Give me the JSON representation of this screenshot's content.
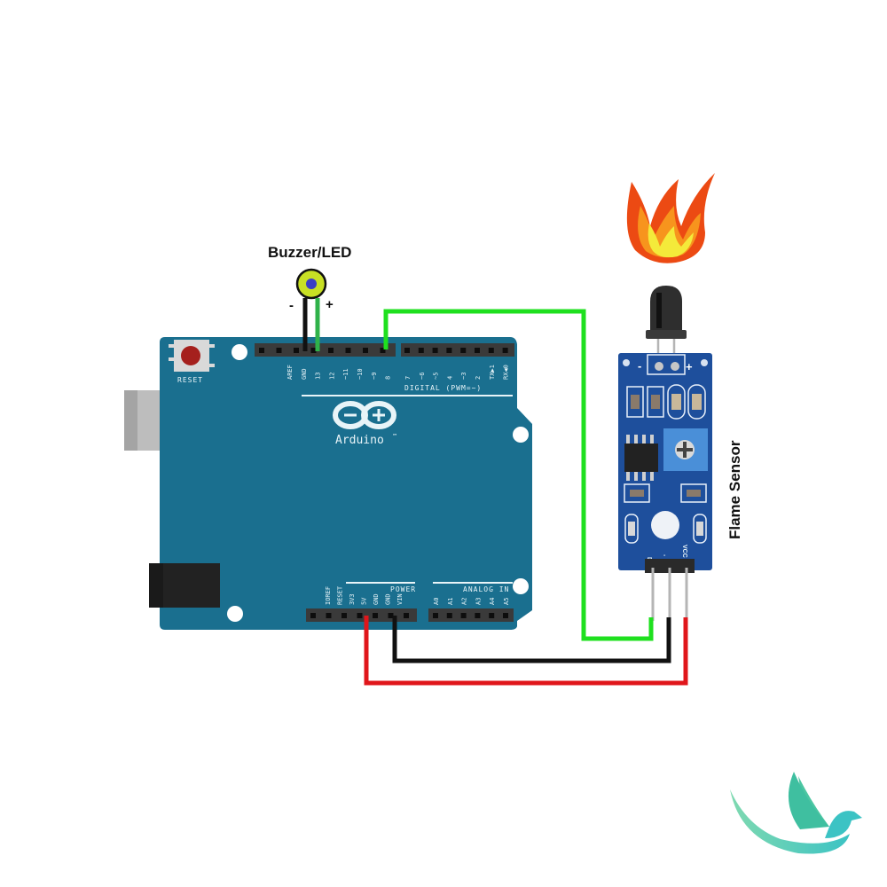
{
  "diagram": {
    "title": "Arduino Flame Sensor Wiring",
    "components": {
      "output_device": {
        "label": "Buzzer/LED",
        "minus_sign": "-",
        "plus_sign": "+"
      },
      "sensor": {
        "label": "Flame Sensor",
        "top_minus": "-",
        "top_plus": "+",
        "pin_labels": [
          "DO",
          "-",
          "VCC"
        ]
      },
      "board": {
        "brand": "Arduino",
        "trademark": "™",
        "reset_label": "RESET",
        "digital_header_label": "DIGITAL (PWM=~)",
        "power_header_label": "POWER",
        "analog_header_label": "ANALOG IN",
        "digital_pins_left": [
          "AREF",
          "GND",
          "13",
          "12",
          "~11",
          "~10",
          "~9",
          "8"
        ],
        "digital_pins_right": [
          "7",
          "~6",
          "~5",
          "4",
          "~3",
          "2",
          "TX▶1",
          "RX◀0"
        ],
        "power_pins": [
          "IOREF",
          "RESET",
          "3V3",
          "5V",
          "GND",
          "GND",
          "VIN"
        ],
        "analog_pins": [
          "A0",
          "A1",
          "A2",
          "A3",
          "A4",
          "A5"
        ]
      }
    },
    "connections": [
      {
        "from": "Arduino GND",
        "to": "Buzzer/LED -",
        "color": "#111111"
      },
      {
        "from": "Arduino 13",
        "to": "Buzzer/LED +",
        "color": "#2fb24a"
      },
      {
        "from": "Arduino 8",
        "to": "Flame Sensor DO",
        "color": "#1fe01f"
      },
      {
        "from": "Arduino GND (power)",
        "to": "Flame Sensor -",
        "color": "#111111"
      },
      {
        "from": "Arduino 5V",
        "to": "Flame Sensor VCC",
        "color": "#e0161b"
      }
    ],
    "colors": {
      "board": "#1a6f8f",
      "board_dark": "#145a75",
      "sensor_board": "#1e4f9c",
      "header": "#3a3a3a",
      "wire_green": "#1fe01f",
      "wire_black": "#111111",
      "wire_red": "#e0161b",
      "led_ring": "#c8e024",
      "led_center": "#3b3fc4"
    }
  }
}
